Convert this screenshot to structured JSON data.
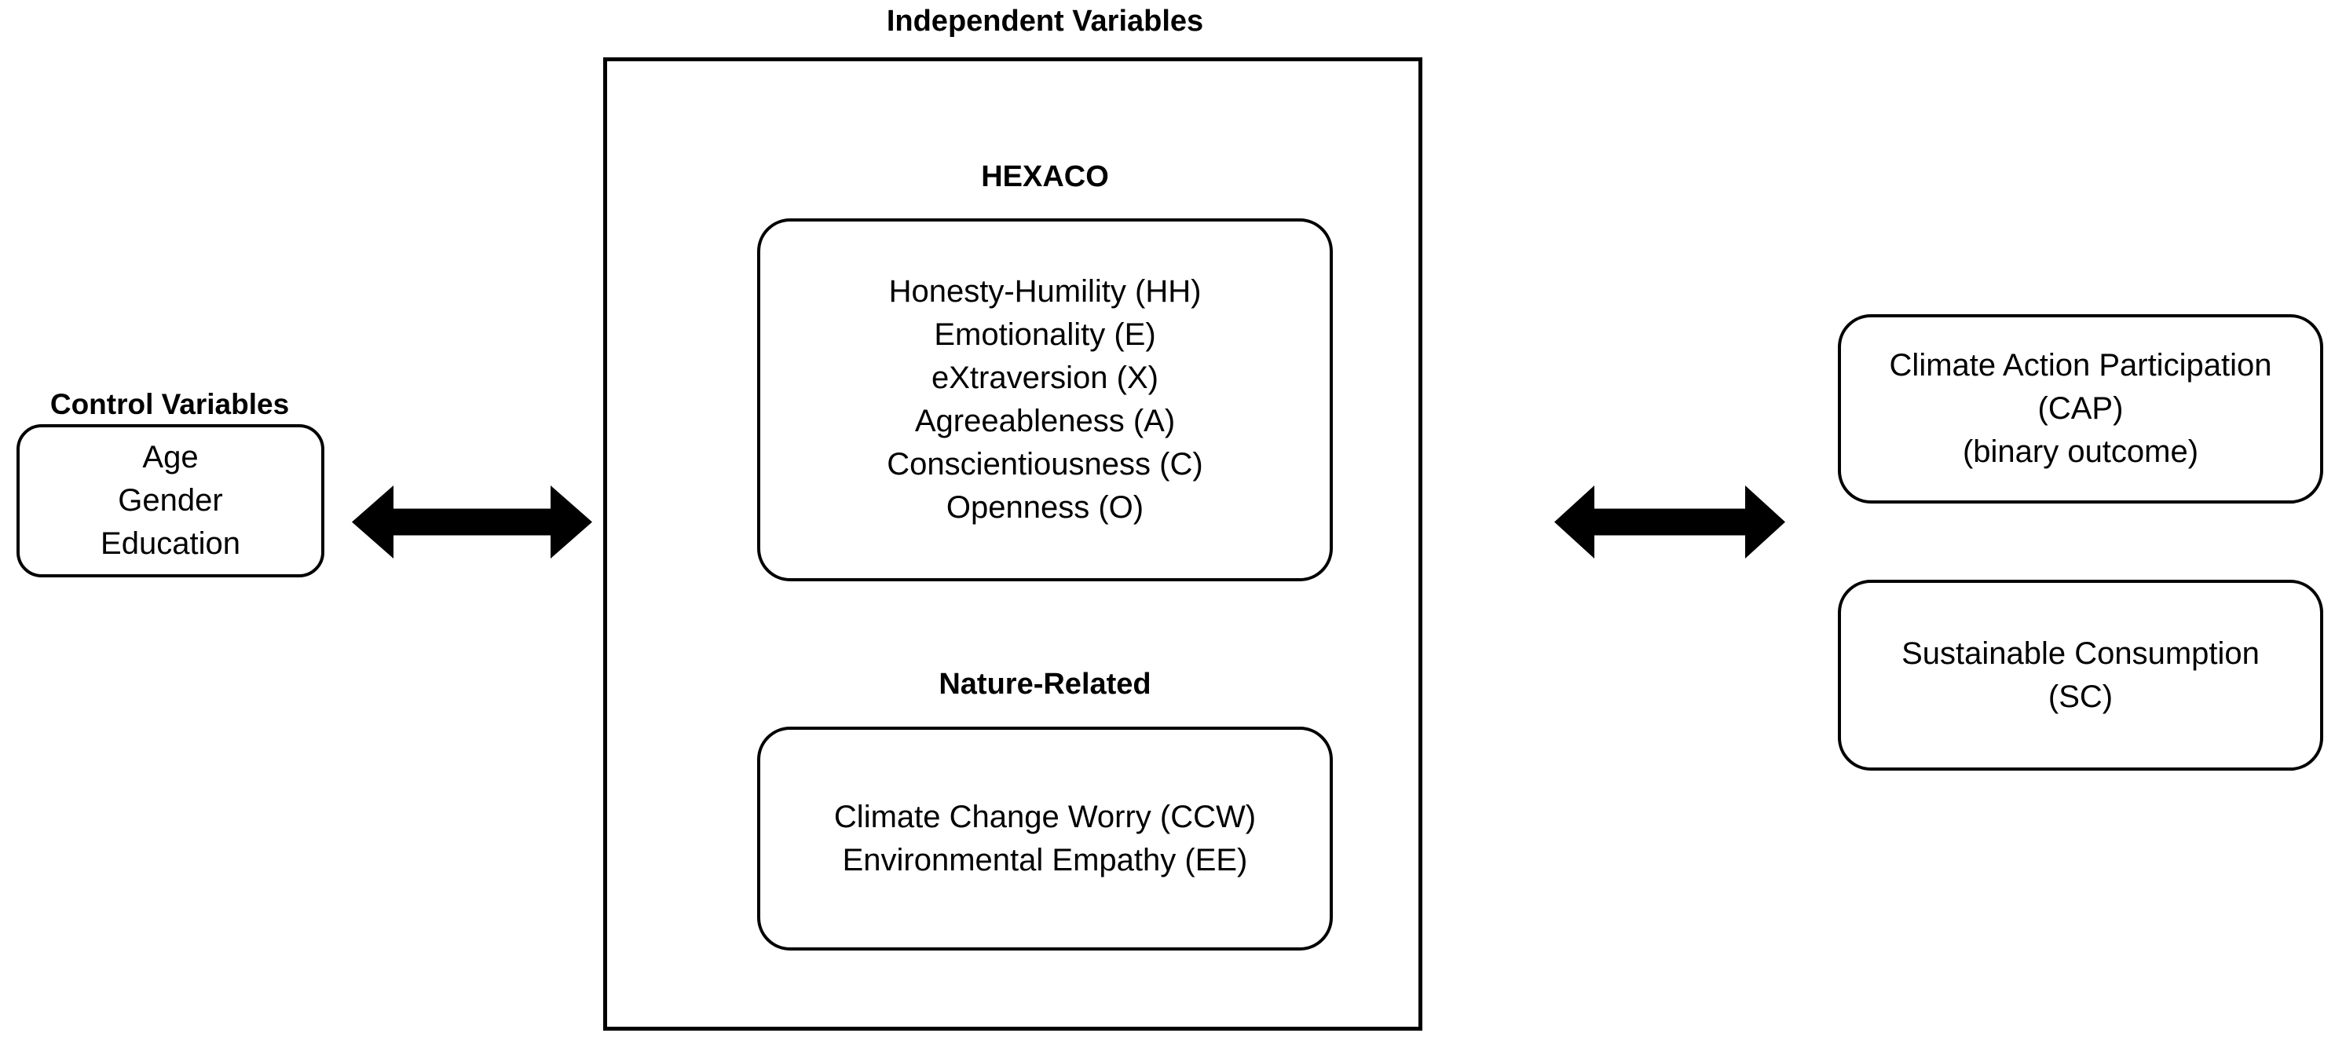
{
  "diagram": {
    "title": "Independent Variables",
    "independent_variables": {
      "hexaco": {
        "heading": "HEXACO",
        "items": [
          "Honesty-Humility (HH)",
          "Emotionality (E)",
          "eXtraversion (X)",
          "Agreeableness (A)",
          "Conscientiousness (C)",
          "Openness (O)"
        ]
      },
      "nature_related": {
        "heading": "Nature-Related",
        "items": [
          "Climate Change Worry (CCW)",
          "Environmental Empathy (EE)"
        ]
      }
    },
    "control_variables": {
      "heading": "Control Variables",
      "items": [
        "Age",
        "Gender",
        "Education"
      ]
    },
    "outcomes": {
      "climate_action_participation": {
        "lines": [
          "Climate Action Participation",
          "(CAP)",
          "(binary outcome)"
        ]
      },
      "sustainable_consumption": {
        "lines": [
          "Sustainable Consumption",
          "(SC)"
        ]
      }
    },
    "arrows": [
      {
        "name": "control-to-independent",
        "type": "double-headed"
      },
      {
        "name": "independent-to-outcomes",
        "type": "double-headed"
      }
    ],
    "colors": {
      "stroke": "#000000",
      "text": "#000000",
      "background": "#ffffff"
    }
  }
}
